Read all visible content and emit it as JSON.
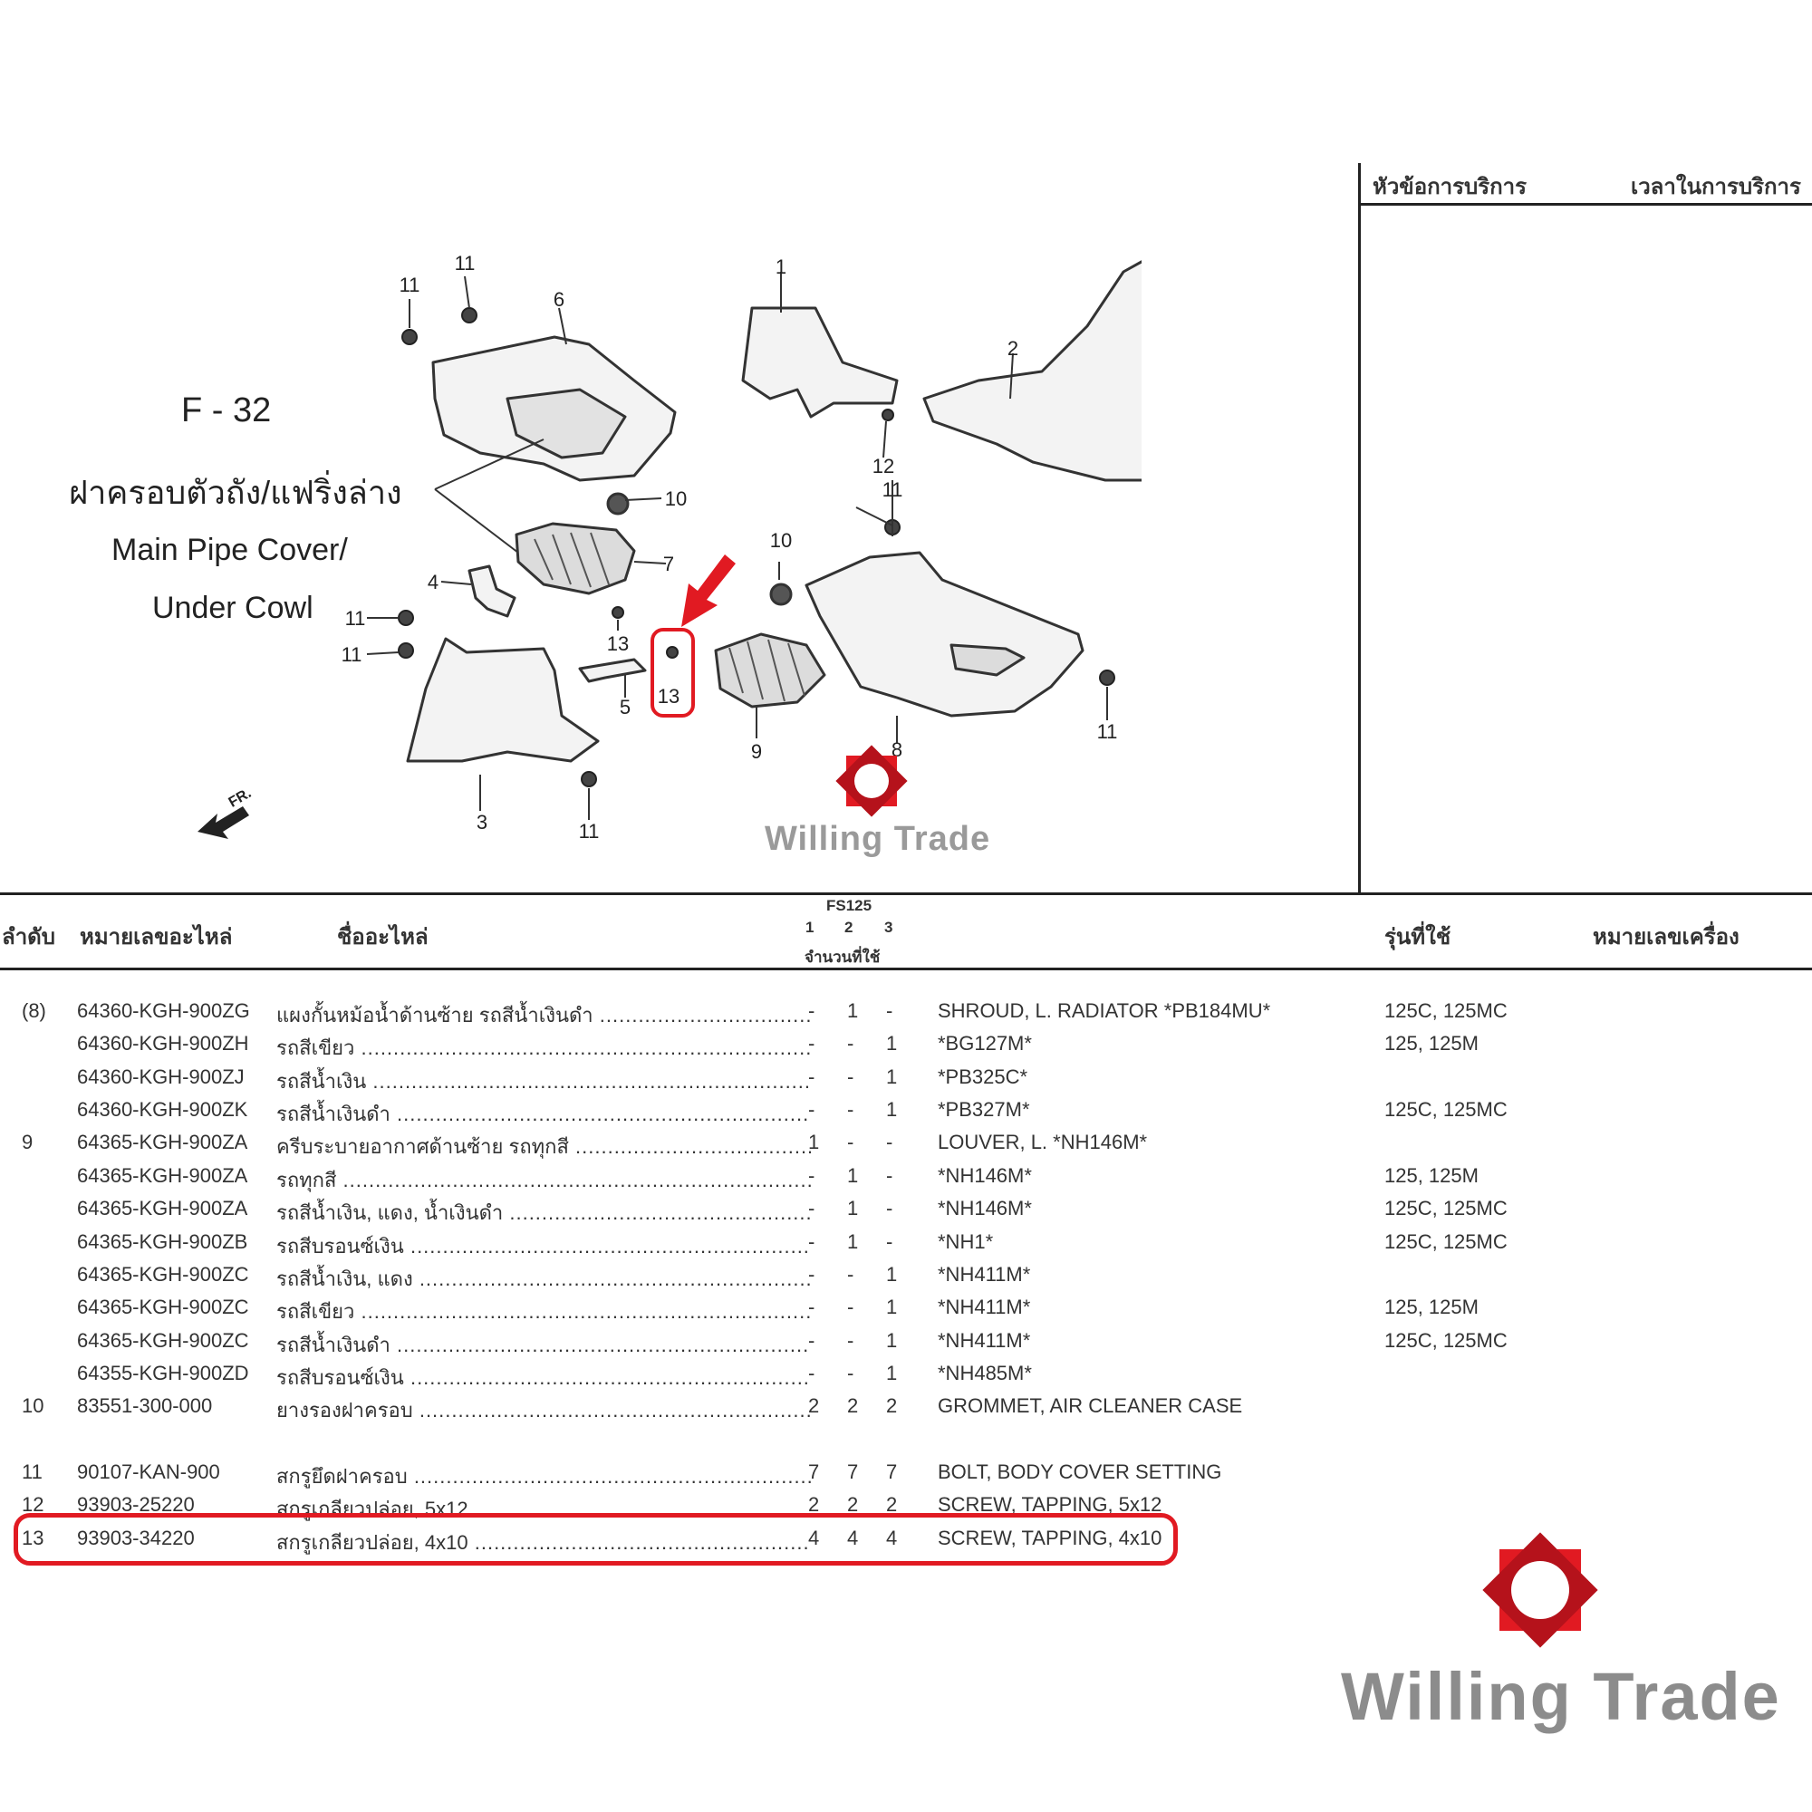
{
  "service": {
    "col_topic": "หัวข้อการบริการ",
    "col_time": "เวลาในการบริการ"
  },
  "diagram": {
    "code": "F - 32",
    "title_th": "ฝาครอบตัวถัง/แฟริ่งล่าง",
    "title_en_1": "Main Pipe Cover/",
    "title_en_2": "Under Cowl",
    "fr_label": "FR.",
    "callouts": [
      "1",
      "2",
      "3",
      "4",
      "5",
      "6",
      "7",
      "8",
      "9",
      "10",
      "10",
      "11",
      "11",
      "11",
      "11",
      "11",
      "11",
      "11",
      "12",
      "13",
      "13"
    ]
  },
  "watermark": {
    "text": "Willing Trade",
    "color": "#e11a22"
  },
  "table": {
    "header": {
      "no": "ลำดับ",
      "part_no": "หมายเลขอะไหล่",
      "name": "ชื่ออะไหล่",
      "model_group": "FS125",
      "q1": "1",
      "q2": "2",
      "q3": "3",
      "qty_label": "จำนวนที่ใช้",
      "models": "รุ่นที่ใช้",
      "engine_no": "หมายเลขเครื่อง"
    },
    "rows": [
      {
        "no": "(8)",
        "part": "64360-KGH-900ZG",
        "name": "แผงกั้นหม้อน้ำด้านซ้าย รถสีน้ำเงินดำ",
        "q1": "-",
        "q2": "1",
        "q3": "-",
        "desc": "SHROUD, L. RADIATOR *PB184MU*",
        "model": "125C, 125MC"
      },
      {
        "no": "",
        "part": "64360-KGH-900ZH",
        "name": "รถสีเขียว",
        "q1": "-",
        "q2": "-",
        "q3": "1",
        "desc": "*BG127M*",
        "model": "125, 125M"
      },
      {
        "no": "",
        "part": "64360-KGH-900ZJ",
        "name": "รถสีน้ำเงิน",
        "q1": "-",
        "q2": "-",
        "q3": "1",
        "desc": "*PB325C*",
        "model": ""
      },
      {
        "no": "",
        "part": "64360-KGH-900ZK",
        "name": "รถสีน้ำเงินดำ",
        "q1": "-",
        "q2": "-",
        "q3": "1",
        "desc": "*PB327M*",
        "model": "125C, 125MC"
      },
      {
        "no": "9",
        "part": "64365-KGH-900ZA",
        "name": "ครีบระบายอากาศด้านซ้าย รถทุกสี",
        "q1": "1",
        "q2": "-",
        "q3": "-",
        "desc": "LOUVER, L. *NH146M*",
        "model": ""
      },
      {
        "no": "",
        "part": "64365-KGH-900ZA",
        "name": "รถทุกสี",
        "q1": "-",
        "q2": "1",
        "q3": "-",
        "desc": "*NH146M*",
        "model": "125, 125M"
      },
      {
        "no": "",
        "part": "64365-KGH-900ZA",
        "name": "รถสีน้ำเงิน, แดง, น้ำเงินดำ",
        "q1": "-",
        "q2": "1",
        "q3": "-",
        "desc": "*NH146M*",
        "model": "125C, 125MC"
      },
      {
        "no": "",
        "part": "64365-KGH-900ZB",
        "name": "รถสีบรอนซ์เงิน",
        "q1": "-",
        "q2": "1",
        "q3": "-",
        "desc": "*NH1*",
        "model": "125C, 125MC"
      },
      {
        "no": "",
        "part": "64365-KGH-900ZC",
        "name": "รถสีน้ำเงิน, แดง",
        "q1": "-",
        "q2": "-",
        "q3": "1",
        "desc": "*NH411M*",
        "model": ""
      },
      {
        "no": "",
        "part": "64365-KGH-900ZC",
        "name": "รถสีเขียว",
        "q1": "-",
        "q2": "-",
        "q3": "1",
        "desc": "*NH411M*",
        "model": "125, 125M"
      },
      {
        "no": "",
        "part": "64365-KGH-900ZC",
        "name": "รถสีน้ำเงินดำ",
        "q1": "-",
        "q2": "-",
        "q3": "1",
        "desc": "*NH411M*",
        "model": "125C, 125MC"
      },
      {
        "no": "",
        "part": "64355-KGH-900ZD",
        "name": "รถสีบรอนซ์เงิน",
        "q1": "-",
        "q2": "-",
        "q3": "1",
        "desc": "*NH485M*",
        "model": ""
      },
      {
        "no": "10",
        "part": "83551-300-000",
        "name": "ยางรองฝาครอบ",
        "q1": "2",
        "q2": "2",
        "q3": "2",
        "desc": "GROMMET, AIR CLEANER CASE",
        "model": ""
      },
      {
        "no": "11",
        "part": "90107-KAN-900",
        "name": "สกรูยึดฝาครอบ",
        "q1": "7",
        "q2": "7",
        "q3": "7",
        "desc": "BOLT, BODY COVER SETTING",
        "model": ""
      },
      {
        "no": "12",
        "part": "93903-25220",
        "name": "สกรูเกลียวปล่อย, 5x12",
        "q1": "2",
        "q2": "2",
        "q3": "2",
        "desc": "SCREW, TAPPING, 5x12",
        "model": ""
      },
      {
        "no": "13",
        "part": "93903-34220",
        "name": "สกรูเกลียวปล่อย, 4x10",
        "q1": "4",
        "q2": "4",
        "q3": "4",
        "desc": "SCREW, TAPPING, 4x10",
        "model": ""
      }
    ]
  }
}
